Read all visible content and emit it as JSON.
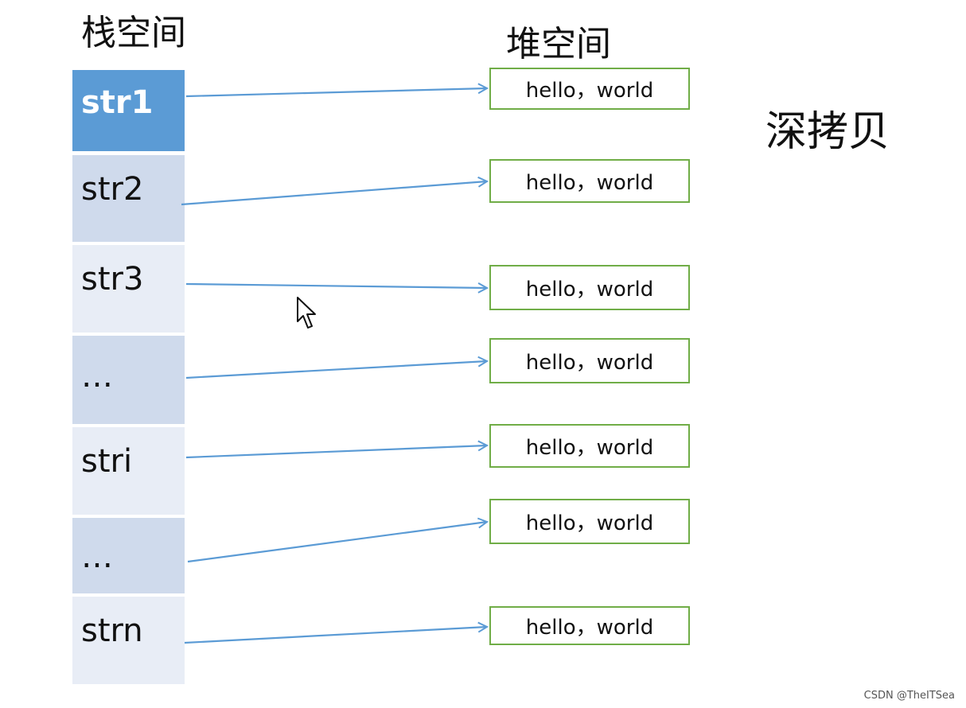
{
  "titles": {
    "stack": "栈空间",
    "heap": "堆空间",
    "deep_copy": "深拷贝"
  },
  "stack": {
    "cells": [
      {
        "label": "str1",
        "color": "#5b9bd5"
      },
      {
        "label": "str2",
        "color": "#cfdaec"
      },
      {
        "label": "str3",
        "color": "#e8edf6"
      },
      {
        "label": "…",
        "color": "#cfdaec"
      },
      {
        "label": "stri",
        "color": "#e8edf6"
      },
      {
        "label": "…",
        "color": "#cfdaec"
      },
      {
        "label": "strn",
        "color": "#e8edf6"
      }
    ]
  },
  "heap": {
    "boxes": [
      {
        "text": "hello，world"
      },
      {
        "text": "hello，world"
      },
      {
        "text": "hello，world"
      },
      {
        "text": "hello，world"
      },
      {
        "text": "hello，world"
      },
      {
        "text": "hello，world"
      },
      {
        "text": "hello，world"
      }
    ],
    "border_color": "#70ad47"
  },
  "arrow_color": "#5b9bd5",
  "watermark": "CSDN @TheITSea"
}
